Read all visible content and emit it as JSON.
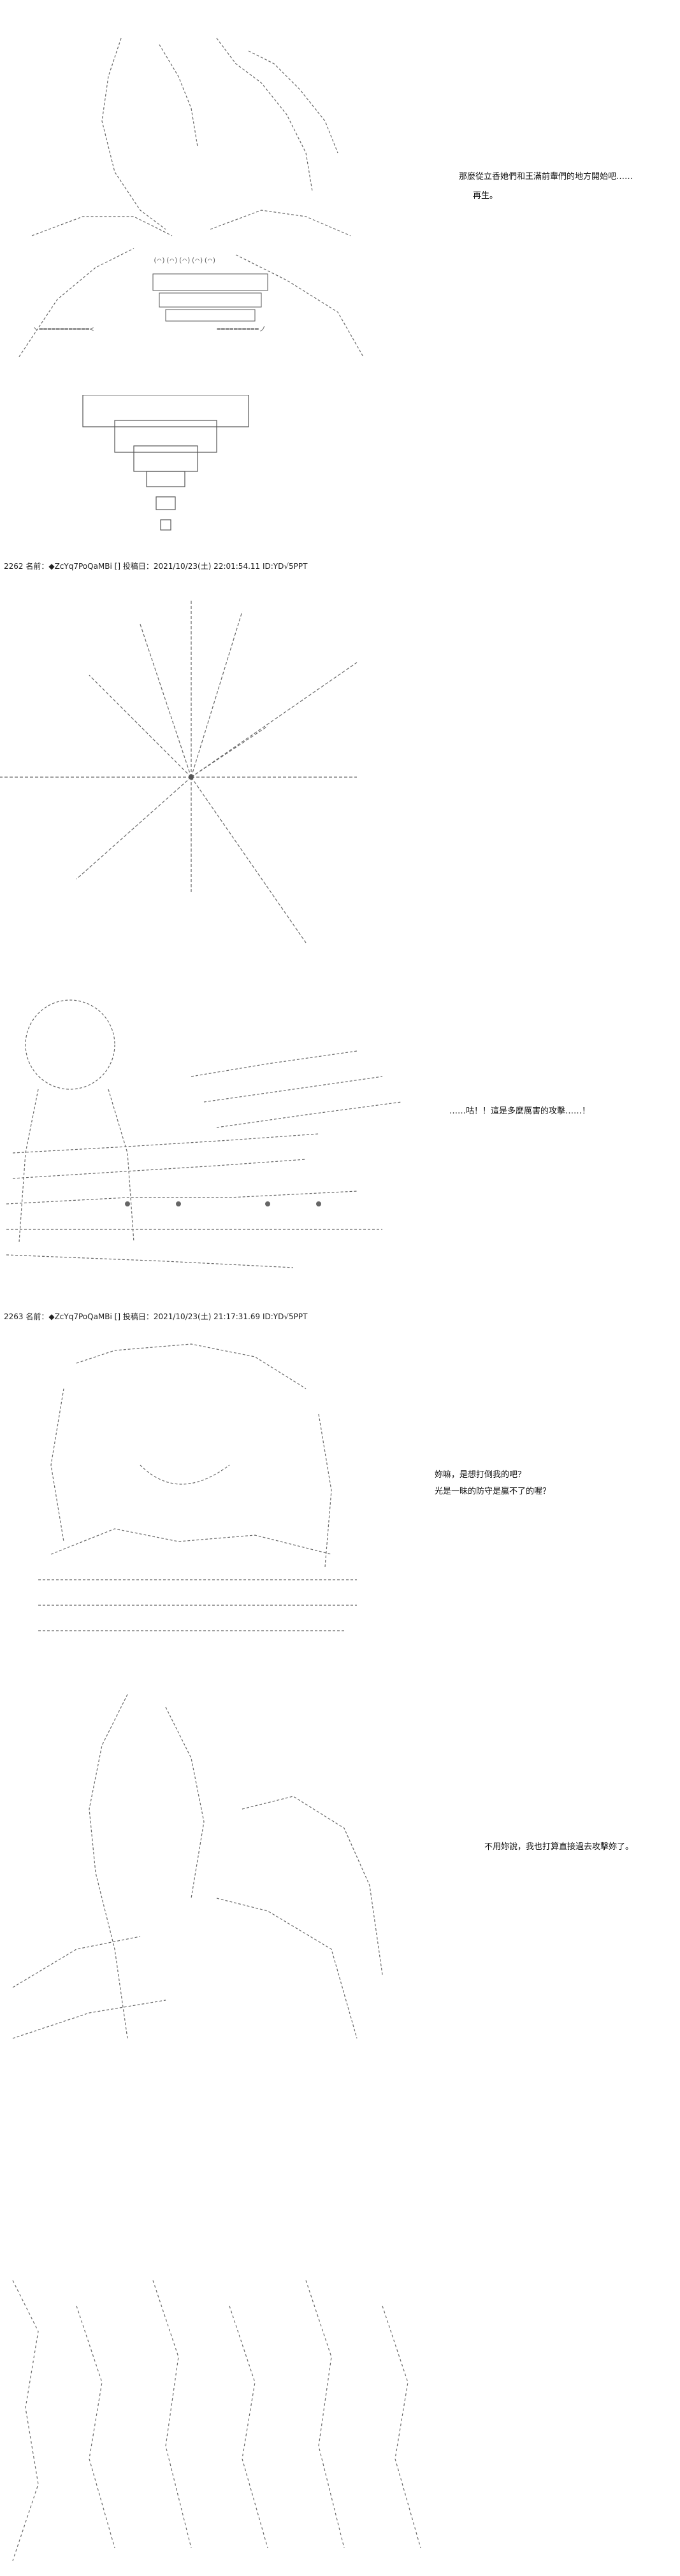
{
  "panels": [
    {
      "dialog": [
        "那麼從立香她們和王滿前輩們的地方開始吧……",
        "再生。"
      ]
    },
    {
      "dialog": []
    },
    {
      "dialog": [
        "……咕！！這是多麼厲害的攻擊……！"
      ]
    },
    {
      "dialog": [
        "妳嘛，是想打倒我的吧？",
        "光是一昧的防守是贏不了的喔？"
      ]
    },
    {
      "dialog": [
        "不用妳說，我也打算直接過去攻擊妳了。"
      ]
    },
    {
      "dialog": []
    }
  ],
  "post_headers": [
    "2262 名前：◆ZcYq7PoQaMBi [] 投稿日：2021/10/23(土) 22:01:54.11 ID:YD√5PPT",
    "2263 名前：◆ZcYq7PoQaMBi [] 投稿日：2021/10/23(土) 21:17:31.69 ID:YD√5PPT"
  ],
  "colors": {
    "background": "#ffffff",
    "ink": "#222222",
    "art_stroke": "#666666"
  }
}
